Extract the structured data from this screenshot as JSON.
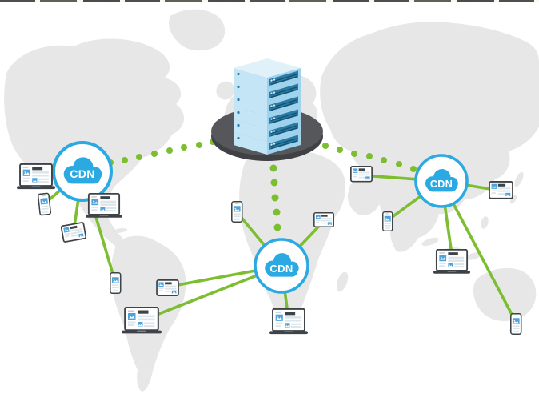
{
  "diagram": {
    "title": "CDN network world map",
    "origin_server": {
      "id": "origin-server",
      "kind": "server-rack",
      "rack_units": 6
    },
    "cdn_nodes": [
      {
        "id": "cdn-west",
        "label": "CDN"
      },
      {
        "id": "cdn-central",
        "label": "CDN"
      },
      {
        "id": "cdn-east",
        "label": "CDN"
      }
    ],
    "backbone_links": [
      {
        "from": "origin-server",
        "to": "cdn-west",
        "style": "dotted"
      },
      {
        "from": "origin-server",
        "to": "cdn-central",
        "style": "dotted"
      },
      {
        "from": "origin-server",
        "to": "cdn-east",
        "style": "dotted"
      }
    ],
    "devices": [
      {
        "id": "laptop-1",
        "type": "laptop"
      },
      {
        "id": "smartphone-1",
        "type": "smartphone"
      },
      {
        "id": "laptop-2",
        "type": "laptop"
      },
      {
        "id": "tablet-1",
        "type": "tablet"
      },
      {
        "id": "smartphone-2",
        "type": "smartphone"
      },
      {
        "id": "smartphone-3",
        "type": "smartphone"
      },
      {
        "id": "tablet-2",
        "type": "tablet"
      },
      {
        "id": "tablet-3",
        "type": "tablet"
      },
      {
        "id": "laptop-3",
        "type": "laptop"
      },
      {
        "id": "laptop-4",
        "type": "laptop"
      },
      {
        "id": "tablet-4",
        "type": "tablet"
      },
      {
        "id": "smartphone-4",
        "type": "smartphone"
      },
      {
        "id": "tablet-5",
        "type": "tablet"
      },
      {
        "id": "laptop-5",
        "type": "laptop"
      },
      {
        "id": "smartphone-5",
        "type": "smartphone"
      }
    ],
    "access_links": [
      {
        "from": "cdn-west",
        "to": "laptop-1"
      },
      {
        "from": "cdn-west",
        "to": "smartphone-1"
      },
      {
        "from": "cdn-west",
        "to": "laptop-2"
      },
      {
        "from": "cdn-west",
        "to": "tablet-1"
      },
      {
        "from": "cdn-west",
        "to": "smartphone-2"
      },
      {
        "from": "cdn-central",
        "to": "smartphone-3"
      },
      {
        "from": "cdn-central",
        "to": "tablet-2"
      },
      {
        "from": "cdn-central",
        "to": "tablet-3"
      },
      {
        "from": "cdn-central",
        "to": "laptop-3"
      },
      {
        "from": "cdn-central",
        "to": "laptop-4"
      },
      {
        "from": "cdn-east",
        "to": "tablet-4"
      },
      {
        "from": "cdn-east",
        "to": "smartphone-4"
      },
      {
        "from": "cdn-east",
        "to": "tablet-5"
      },
      {
        "from": "cdn-east",
        "to": "laptop-5"
      },
      {
        "from": "cdn-east",
        "to": "smartphone-5"
      }
    ],
    "colors": {
      "background": "#ffffff",
      "map_land": "#e7e7e7",
      "link_green": "#7cbe2f",
      "cdn_blue": "#2ba9e2",
      "platform_gray": "#55575b",
      "platform_rim": "#3f4145",
      "server_blue_light": "#c4e5f5",
      "server_blue_top": "#e1f1fa",
      "server_blue_mid": "#9fd2ec",
      "server_panel_dark": "#2a7aa3",
      "device_frame": "#3e4347",
      "device_accent_blue": "#4fa3d8",
      "device_line_gray": "#dbe5ea"
    }
  }
}
